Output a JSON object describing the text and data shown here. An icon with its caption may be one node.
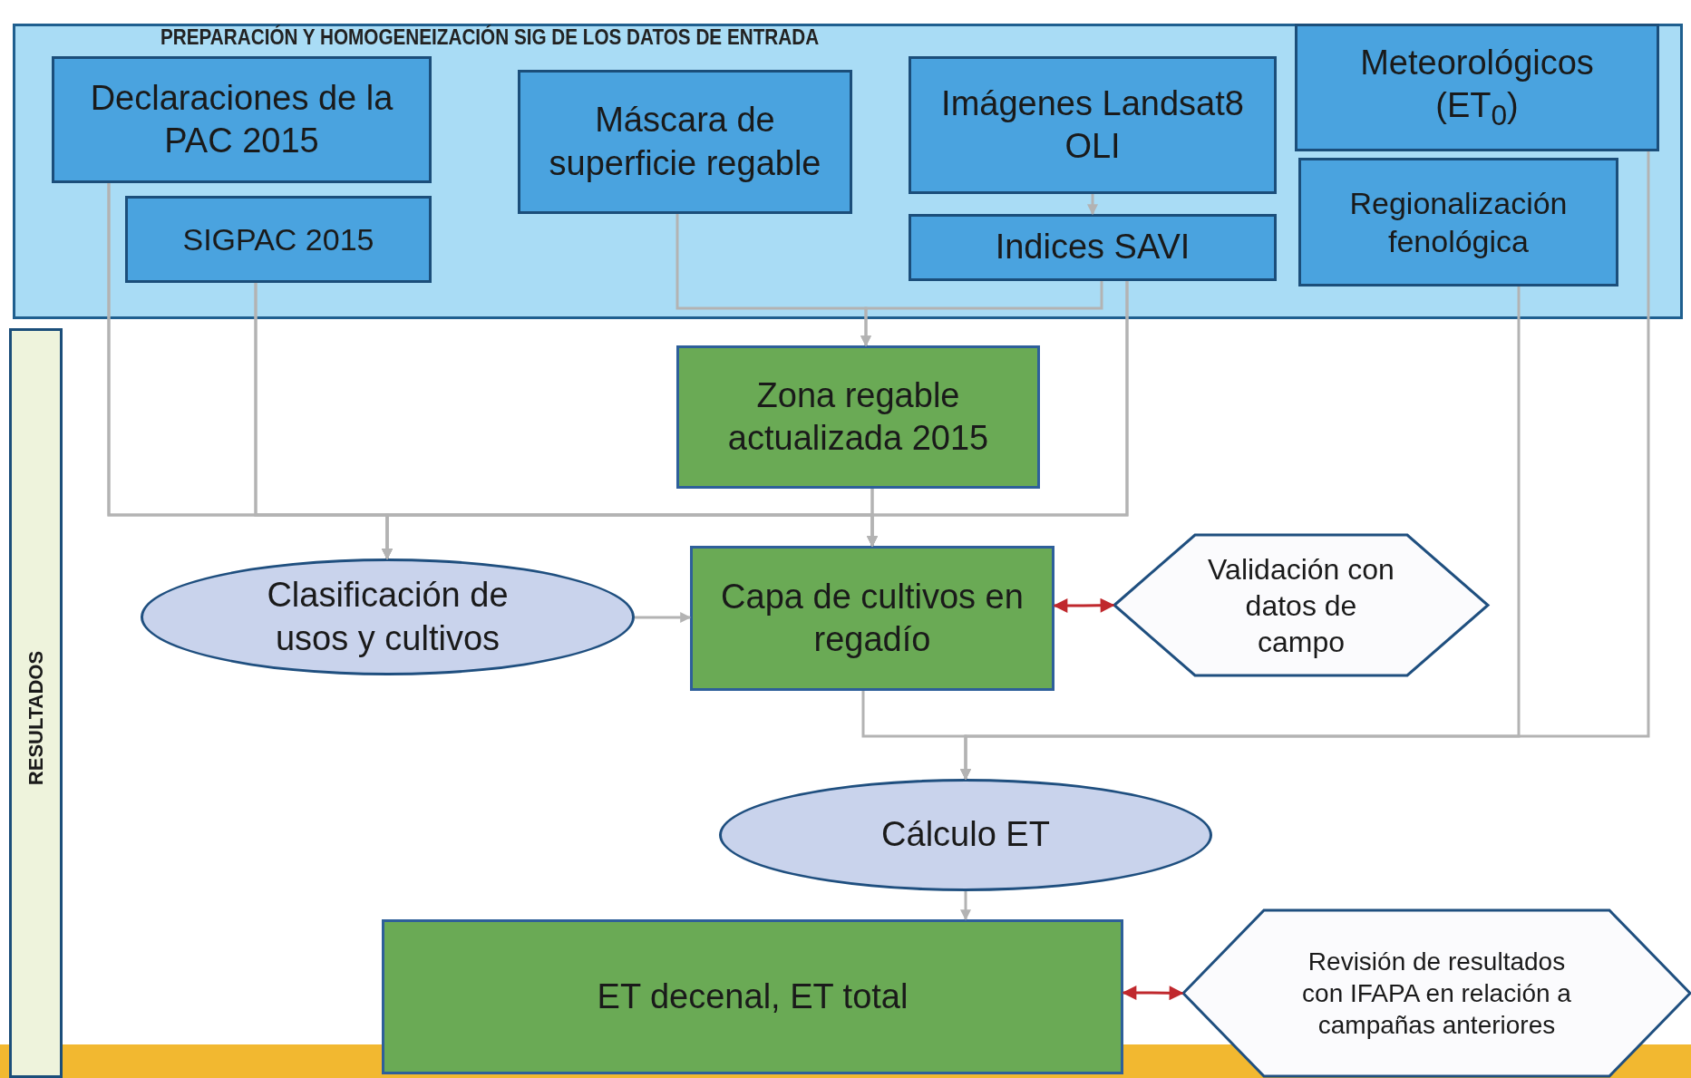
{
  "diagram": {
    "nodes": [
      {
        "text": [
          "PREPARACIÓN Y HOMOGENEIZACIÓN SIG DE LOS DATOS DE ENTRADA"
        ]
      },
      {
        "text": [
          "Declaraciones de la PAC 2015"
        ],
        "in": 0
      },
      {
        "text": [
          "SIGPAC 2015"
        ],
        "in": 0
      },
      {
        "text": [
          "Máscara de superficie regable"
        ],
        "in": 0
      },
      {
        "text": [
          "Imágenes Landsat8 OLI"
        ],
        "in": 0
      },
      {
        "text": [
          "Indices SAVI"
        ],
        "in": 0
      },
      {
        "text": [
          "Meteorológicos (ET$_{0}$)"
        ],
        "in": 0
      },
      {
        "text": [
          "Regionalización fenológica"
        ],
        "in": 0
      },
      {
        "text": [
          "RESULTADOS"
        ]
      },
      {
        "text": [
          "Zona regable actualizada 2015"
        ]
      },
      {
        "text": [
          "Clasificación de usos y cultivos"
        ]
      },
      {
        "text": [
          "Capa de cultivos en regadío"
        ]
      },
      {
        "text": [
          "Validación con datos de campo"
        ]
      },
      {
        "text": [
          "Cálculo ET"
        ]
      },
      {
        "text": [
          "ET decenal, ET total"
        ]
      },
      {
        "text": [
          "Revisión de resultados con IFAPA en relación a campañas anteriores"
        ]
      }
    ],
    "edges": [
      {
        "from": 4,
        "to": 5,
        "arrow": "to"
      },
      {
        "from": 3,
        "to": 9,
        "arrow": "to"
      },
      {
        "from": 5,
        "to": 9,
        "arrow": "to"
      },
      {
        "from": 1,
        "to": 10,
        "arrow": "to"
      },
      {
        "from": 2,
        "to": 10,
        "arrow": "to"
      },
      {
        "from": 9,
        "to": 10,
        "arrow": "to"
      },
      {
        "from": 5,
        "to": 10,
        "arrow": "to"
      },
      {
        "from": 1,
        "to": 11,
        "arrow": "to"
      },
      {
        "from": 2,
        "to": 11,
        "arrow": "to"
      },
      {
        "from": 9,
        "to": 11,
        "arrow": "to"
      },
      {
        "from": 5,
        "to": 11,
        "arrow": "to"
      },
      {
        "from": 10,
        "to": 11,
        "arrow": "to"
      },
      {
        "from": 11,
        "to": 12,
        "arrow": "both",
        "color": "#c0282d"
      },
      {
        "from": 11,
        "to": 13,
        "arrow": "to"
      },
      {
        "from": 7,
        "to": 13,
        "arrow": "to"
      },
      {
        "from": 6,
        "to": 13,
        "arrow": "to"
      },
      {
        "from": 13,
        "to": 14,
        "arrow": "to"
      },
      {
        "from": 14,
        "to": 15,
        "arrow": "both",
        "color": "#c0282d"
      }
    ]
  }
}
